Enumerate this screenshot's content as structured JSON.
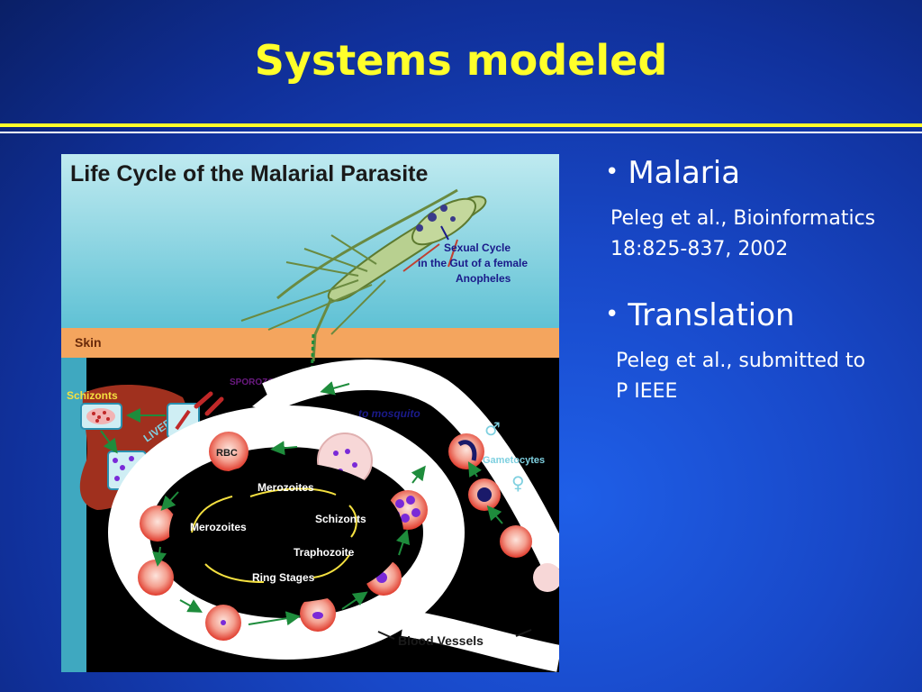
{
  "slide": {
    "title": "Systems modeled"
  },
  "figure": {
    "title": "Life Cycle of the Malarial Parasite",
    "labels": {
      "sexual_cycle_1": "Sexual Cycle",
      "sexual_cycle_2": "in the Gut of a female",
      "sexual_cycle_3": "Anopheles",
      "skin": "Skin",
      "sporozoites": "SPOROZOITES",
      "schizonts_liver": "Schizonts",
      "liver": "LIVER",
      "to_mosquito": "to mosquito",
      "male_symbol": "♂",
      "gametocytes": "Gametocytes",
      "female_symbol": "♀",
      "rbc": "RBC",
      "merozoites_top": "Merozoites",
      "merozoites_left": "Merozoites",
      "schizonts_blood": "Schizonts",
      "traphozoite": "Traphozoite",
      "ring_stages": "Ring Stages",
      "blood_vessels": "Blood Vessels"
    },
    "colors": {
      "sky": "#7fd0e0",
      "skin": "#f4a55e",
      "dark": "#000000",
      "vessel": "#ffffff",
      "rbc": "#f04a3c",
      "liver": "#a0301e",
      "arrow": "#1e8c3c",
      "parasite": "#7a2ad8"
    }
  },
  "bullets": [
    {
      "label": "Malaria",
      "ref_line1": "Peleg et al., Bioinformatics",
      "ref_line2": "18:825-837, 2002"
    },
    {
      "label": "Translation",
      "ref_line1": "Peleg et al., submitted to",
      "ref_line2": "P IEEE"
    }
  ]
}
